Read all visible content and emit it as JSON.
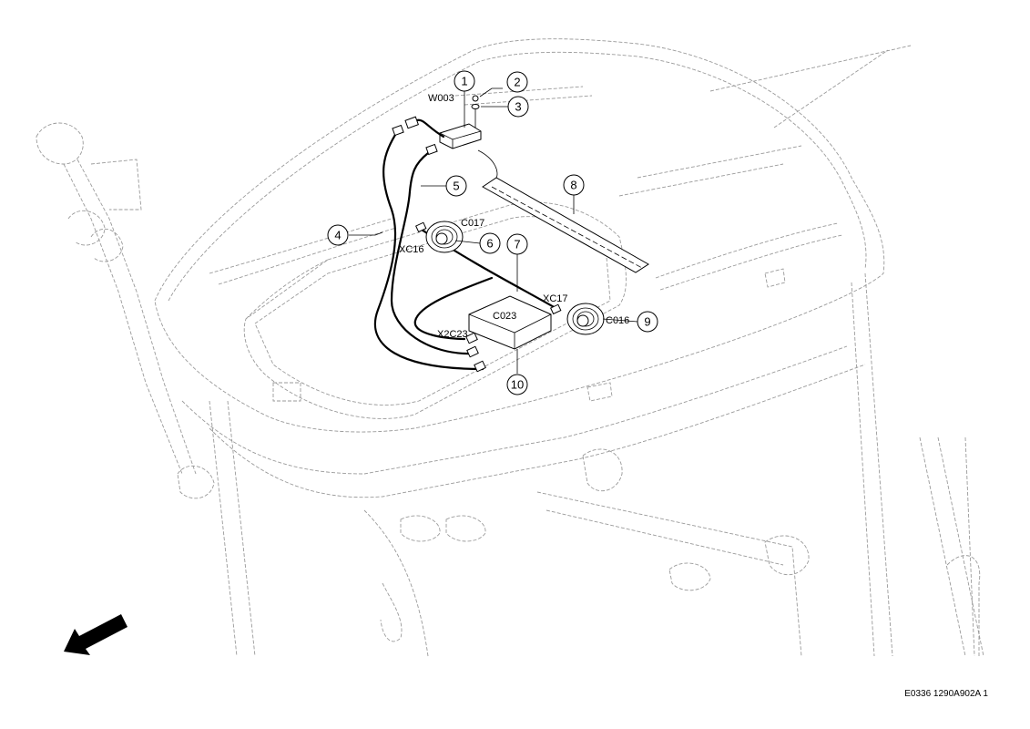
{
  "callouts": [
    {
      "num": "1"
    },
    {
      "num": "2"
    },
    {
      "num": "3"
    },
    {
      "num": "4"
    },
    {
      "num": "5"
    },
    {
      "num": "6"
    },
    {
      "num": "7"
    },
    {
      "num": "8"
    },
    {
      "num": "9"
    },
    {
      "num": "10"
    }
  ],
  "labels": {
    "w003": "W003",
    "c017": "C017",
    "xc16": "XC16",
    "xc17": "XC17",
    "c016": "C016",
    "c023": "C023",
    "x2c23": "X2C23"
  },
  "reference_code": "E0336 1290A902A 1"
}
